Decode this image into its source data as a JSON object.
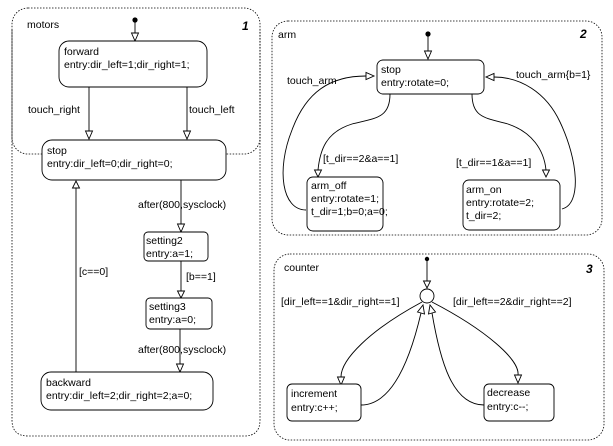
{
  "diagram": {
    "type": "statechart",
    "charts": [
      {
        "id": "motors",
        "name": "motors",
        "order": "1",
        "states": [
          {
            "id": "forward",
            "name": "forward",
            "lines": [
              "entry:dir_left=1;dir_right=1;"
            ]
          },
          {
            "id": "stop",
            "name": "stop",
            "lines": [
              "entry:dir_left=0;dir_right=0;"
            ]
          },
          {
            "id": "setting2",
            "name": "setting2",
            "lines": [
              "entry:a=1;"
            ]
          },
          {
            "id": "setting3",
            "name": "setting3",
            "lines": [
              "entry:a=0;"
            ]
          },
          {
            "id": "backward",
            "name": "backward",
            "lines": [
              "entry:dir_left=2;dir_right=2;a=0;"
            ]
          }
        ],
        "transitions": [
          {
            "from": "init",
            "to": "forward",
            "label": ""
          },
          {
            "from": "forward",
            "to": "stop",
            "label": "touch_right"
          },
          {
            "from": "forward",
            "to": "stop",
            "label": "touch_left"
          },
          {
            "from": "stop",
            "to": "setting2",
            "label": "after(800,sysclock)"
          },
          {
            "from": "setting2",
            "to": "setting3",
            "label": "[b==1]"
          },
          {
            "from": "setting3",
            "to": "backward",
            "label": "after(800,sysclock)"
          },
          {
            "from": "backward",
            "to": "stop",
            "label": "[c==0]"
          }
        ]
      },
      {
        "id": "arm",
        "name": "arm",
        "order": "2",
        "states": [
          {
            "id": "stop",
            "name": "stop",
            "lines": [
              "entry:rotate=0;"
            ]
          },
          {
            "id": "arm_off",
            "name": "arm_off",
            "lines": [
              "entry:rotate=1;",
              "t_dir=1;b=0;a=0;"
            ]
          },
          {
            "id": "arm_on",
            "name": "arm_on",
            "lines": [
              "entry:rotate=2;",
              "t_dir=2;"
            ]
          }
        ],
        "transitions": [
          {
            "from": "init",
            "to": "stop",
            "label": ""
          },
          {
            "from": "arm_off",
            "to": "stop",
            "label": "touch_arm"
          },
          {
            "from": "arm_on",
            "to": "stop",
            "label": "touch_arm{b=1}"
          },
          {
            "from": "stop",
            "to": "arm_off",
            "label": "[t_dir==2&a==1]"
          },
          {
            "from": "stop",
            "to": "arm_on",
            "label": "[t_dir==1&a==1]"
          }
        ]
      },
      {
        "id": "counter",
        "name": "counter",
        "order": "3",
        "states": [
          {
            "id": "junction",
            "name": "",
            "lines": []
          },
          {
            "id": "increment",
            "name": "increment",
            "lines": [
              "entry:c++;"
            ]
          },
          {
            "id": "decrease",
            "name": "decrease",
            "lines": [
              "entry:c--;"
            ]
          }
        ],
        "transitions": [
          {
            "from": "init",
            "to": "junction",
            "label": ""
          },
          {
            "from": "junction",
            "to": "increment",
            "label": "[dir_left==1&dir_right==1]"
          },
          {
            "from": "junction",
            "to": "decrease",
            "label": "[dir_left==2&dir_right==2]"
          },
          {
            "from": "increment",
            "to": "junction",
            "label": ""
          },
          {
            "from": "decrease",
            "to": "junction",
            "label": ""
          }
        ]
      }
    ]
  }
}
